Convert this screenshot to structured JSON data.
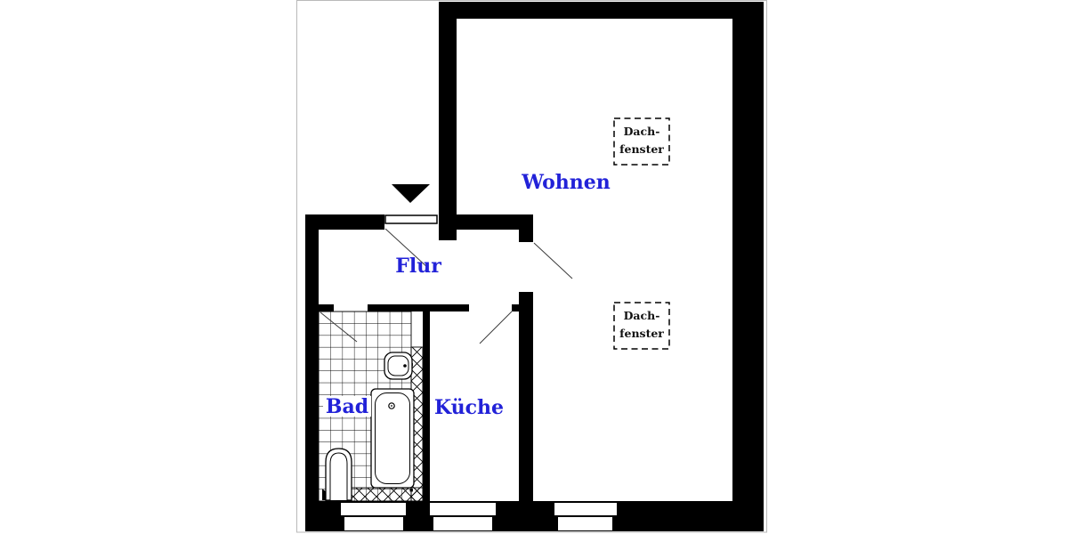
{
  "colors": {
    "wall": "#000000",
    "room_label": "#2222d8",
    "skylight_text": "#111111",
    "door_swing_line": "#3a3a3a",
    "plan_border": "#b9b9b9"
  },
  "rooms": {
    "living": {
      "label": "Wohnen"
    },
    "hall": {
      "label": "Flur"
    },
    "bath": {
      "label": "Bad"
    },
    "kitchen": {
      "label": "Küche"
    }
  },
  "skylights": [
    {
      "line1": "Dach-",
      "line2": "fenster"
    },
    {
      "line1": "Dach-",
      "line2": "fenster"
    }
  ]
}
